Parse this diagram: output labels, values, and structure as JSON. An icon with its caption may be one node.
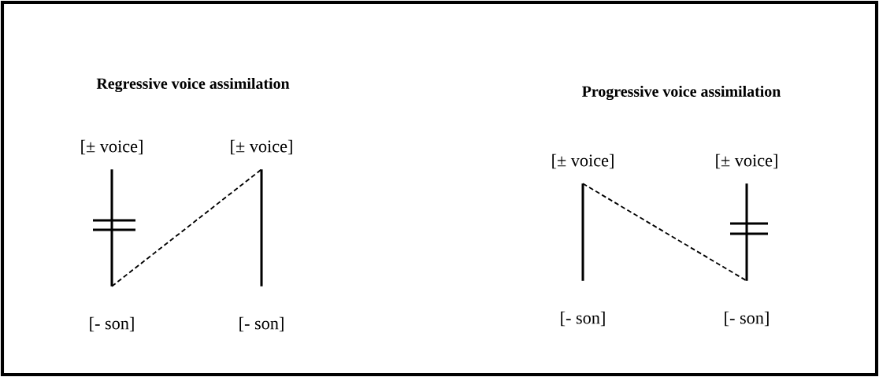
{
  "diagram": {
    "nodes": [
      {
        "text": [
          "[± voice]"
        ]
      },
      {
        "text": [
          "[- son]"
        ]
      },
      {
        "text": [
          "[± voice]"
        ]
      },
      {
        "text": [
          "[- son]"
        ]
      },
      {
        "text": [
          "[± voice]"
        ]
      },
      {
        "text": [
          "[- son]"
        ]
      },
      {
        "text": [
          "[± voice]"
        ]
      },
      {
        "text": [
          "[- son]"
        ]
      }
    ],
    "edges": [
      {
        "from": 0,
        "to": 1,
        "arrow": "none"
      },
      {
        "from": 2,
        "to": 3,
        "arrow": "none"
      },
      {
        "from": 1,
        "to": 2,
        "arrow": "none",
        "style": "dashed"
      },
      {
        "from": 4,
        "to": 5,
        "arrow": "none"
      },
      {
        "from": 6,
        "to": 7,
        "arrow": "none"
      },
      {
        "from": 4,
        "to": 7,
        "arrow": "none",
        "style": "dashed"
      }
    ],
    "labels": [
      "Regressive voice assimilation",
      "Progressive voice assimilation"
    ]
  }
}
